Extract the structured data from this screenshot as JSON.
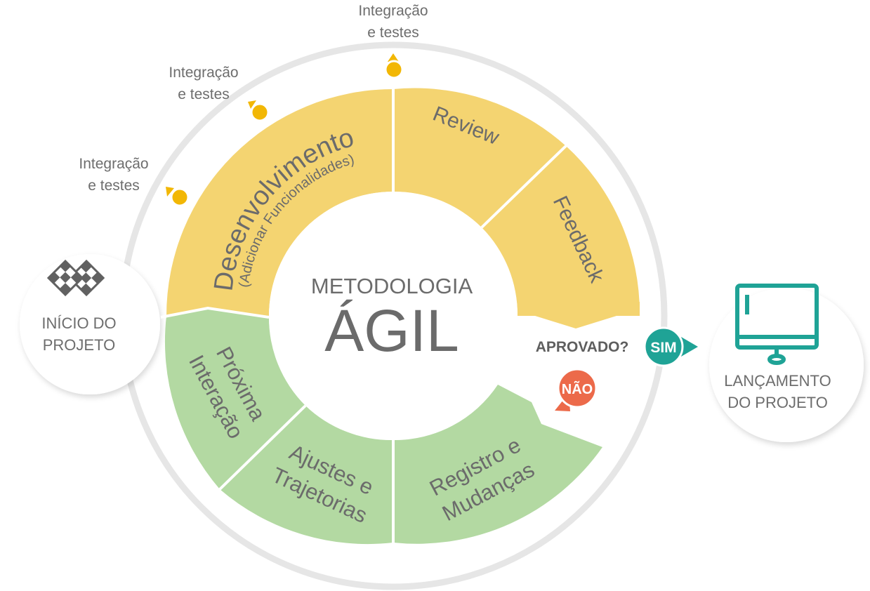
{
  "center": {
    "line1": "METODOLOGIA",
    "line2": "ÁGIL"
  },
  "segments": {
    "development": {
      "title": "Desenvolvimento",
      "subtitle": "(Adicionar Funcionalidades)"
    },
    "review": "Review",
    "feedback": "Feedback",
    "registro": {
      "line1": "Registro e",
      "line2": "Mudanças"
    },
    "ajustes": {
      "line1": "Ajustes e",
      "line2": "Trajetorias"
    },
    "proxima": {
      "line1": "Próxima",
      "line2": "Interação"
    }
  },
  "integration_labels": [
    {
      "line1": "Integração",
      "line2": "e testes"
    },
    {
      "line1": "Integração",
      "line2": "e testes"
    },
    {
      "line1": "Integração",
      "line2": "e testes"
    }
  ],
  "start": {
    "line1": "INÍCIO DO",
    "line2": "PROJETO",
    "icon": "checkered-flags-icon"
  },
  "launch": {
    "line1": "LANÇAMENTO",
    "line2": "DO PROJETO",
    "icon": "monitor-icon"
  },
  "decision": {
    "question": "APROVADO?",
    "yes": "SIM",
    "no": "NÃO"
  },
  "colors": {
    "yellow": "#f4d471",
    "green": "#b3d9a2",
    "teal": "#1fa396",
    "orange": "#ec6a4a",
    "marker": "#f2b705",
    "text": "#6b6b6b"
  }
}
